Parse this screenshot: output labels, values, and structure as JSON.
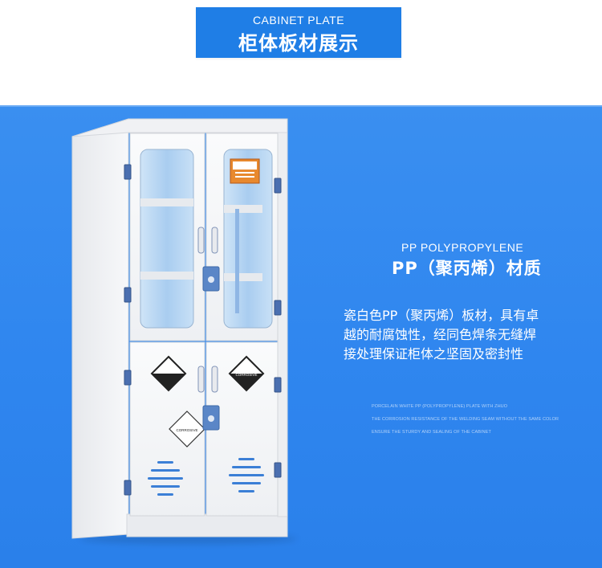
{
  "header": {
    "en_title": "CABINET PLATE",
    "cn_title": "柜体板材展示"
  },
  "colors": {
    "header_blue": "#1f7ee6",
    "panel_blue": "#2f86ef",
    "cabinet_white": "#f4f5f7",
    "hinge_blue": "#4b6fb0",
    "glass_blue": "#bcdaf5"
  },
  "feature": {
    "en_title": "PP POLYPROPYLENE",
    "cn_title": "PP（聚丙烯）材质",
    "description_lines": [
      "瓷白色PP（聚丙烯）板材，具有卓",
      "越的耐腐蚀性，经同色焊条无缝焊",
      "接处理保证柜体之坚固及密封性"
    ],
    "fine_print": [
      "PORCELAIN WHITE PP (POLYPROPYLENE) PLATE WITH ZHUO",
      "THE CORROSION RESISTANCE OF THE WELDING SEAM WITHOUT THE SAME COLOR",
      "ENSURE THE STURDY AND SEALING OF THE CABINET"
    ]
  },
  "cabinet": {
    "warning_label_icon": "flammable-warning-label-icon",
    "corrosive_sign_left": "CORROSIVE",
    "corrosive_sign_right": "CORROSIVE",
    "corrosive_icon": "corrosive-hazard-icon"
  }
}
